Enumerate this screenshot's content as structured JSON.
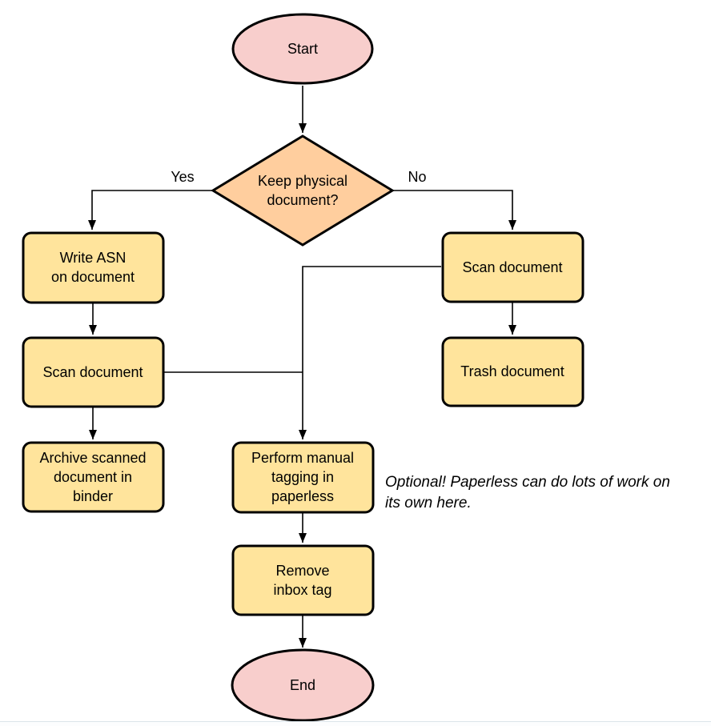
{
  "diagram": {
    "colors": {
      "terminal_fill": "#f8cecc",
      "decision_fill": "#ffce9e",
      "process_fill": "#ffe49c",
      "stroke": "#000000"
    },
    "nodes": {
      "start": {
        "label": "Start"
      },
      "decision": {
        "label": "Keep physical\ndocument?"
      },
      "write_asn": {
        "label": "Write ASN\non document"
      },
      "scan_left": {
        "label": "Scan document"
      },
      "archive": {
        "label": "Archive scanned\ndocument in\nbinder"
      },
      "scan_right": {
        "label": "Scan document"
      },
      "trash": {
        "label": "Trash document"
      },
      "tagging": {
        "label": "Perform manual\ntagging in\npaperless"
      },
      "remove_tag": {
        "label": "Remove\ninbox tag"
      },
      "end": {
        "label": "End"
      }
    },
    "edge_labels": {
      "yes": "Yes",
      "no": "No"
    },
    "annotation": "Optional! Paperless can do lots of work on\nits own here."
  }
}
